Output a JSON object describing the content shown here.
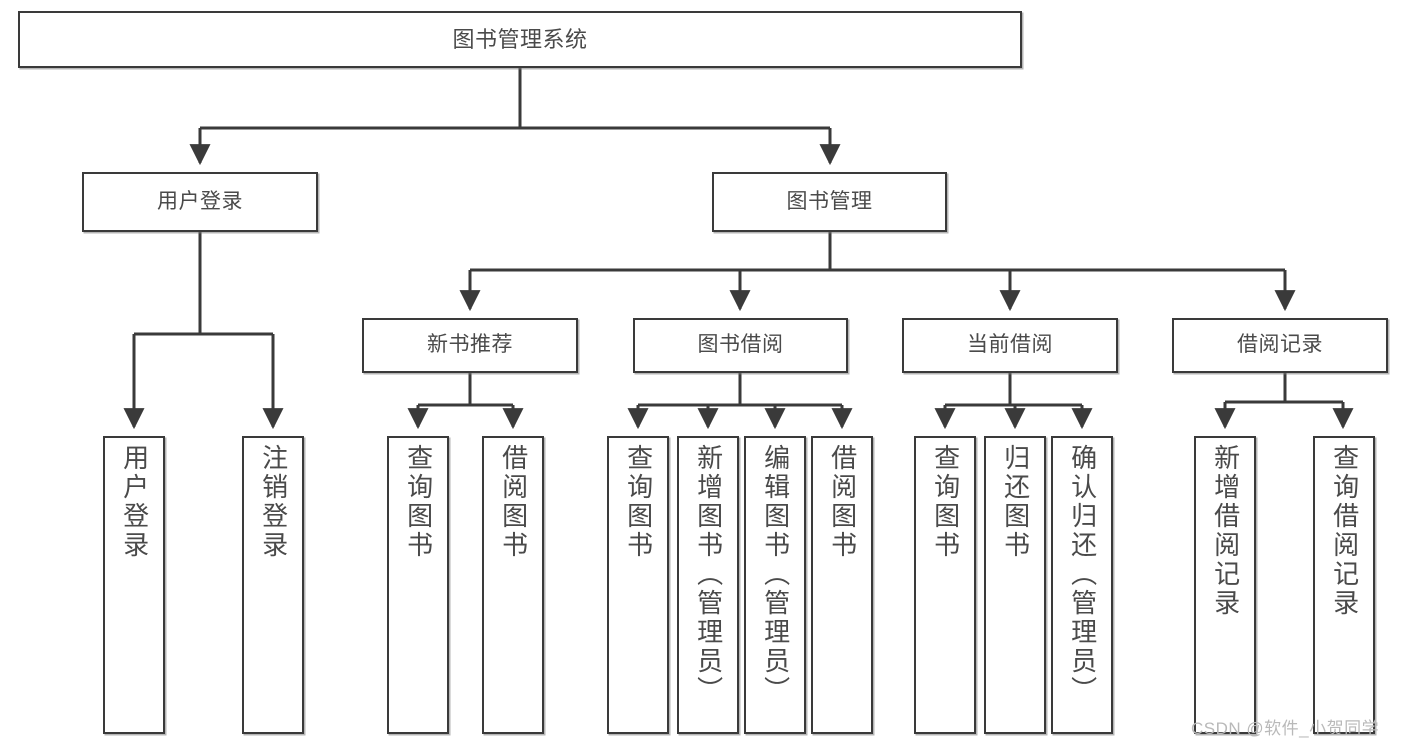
{
  "diagram": {
    "title": "图书管理系统",
    "type": "tree-hierarchy-diagram",
    "watermark": "CSDN @软件_小贺同学",
    "colors": {
      "stroke": "#3a3a3a",
      "text": "#4a4a4a",
      "background": "#ffffff",
      "watermark": "#b9b9b9"
    },
    "root": {
      "label": "图书管理系统"
    },
    "level2": [
      {
        "label": "用户登录"
      },
      {
        "label": "图书管理"
      }
    ],
    "level3": [
      {
        "label": "新书推荐"
      },
      {
        "label": "图书借阅"
      },
      {
        "label": "当前借阅"
      },
      {
        "label": "借阅记录"
      }
    ],
    "leaves": {
      "user_login": [
        {
          "label": "用户登录"
        },
        {
          "label": "注销登录"
        }
      ],
      "new_book": [
        {
          "label": "查询图书"
        },
        {
          "label": "借阅图书"
        }
      ],
      "book_borrow": [
        {
          "label": "查询图书"
        },
        {
          "label": "新增图书（管理员）"
        },
        {
          "label": "编辑图书（管理员）"
        },
        {
          "label": "借阅图书"
        }
      ],
      "current_borrow": [
        {
          "label": "查询图书"
        },
        {
          "label": "归还图书"
        },
        {
          "label": "确认归还（管理员）"
        }
      ],
      "borrow_record": [
        {
          "label": "新增借阅记录"
        },
        {
          "label": "查询借阅记录"
        }
      ]
    }
  }
}
